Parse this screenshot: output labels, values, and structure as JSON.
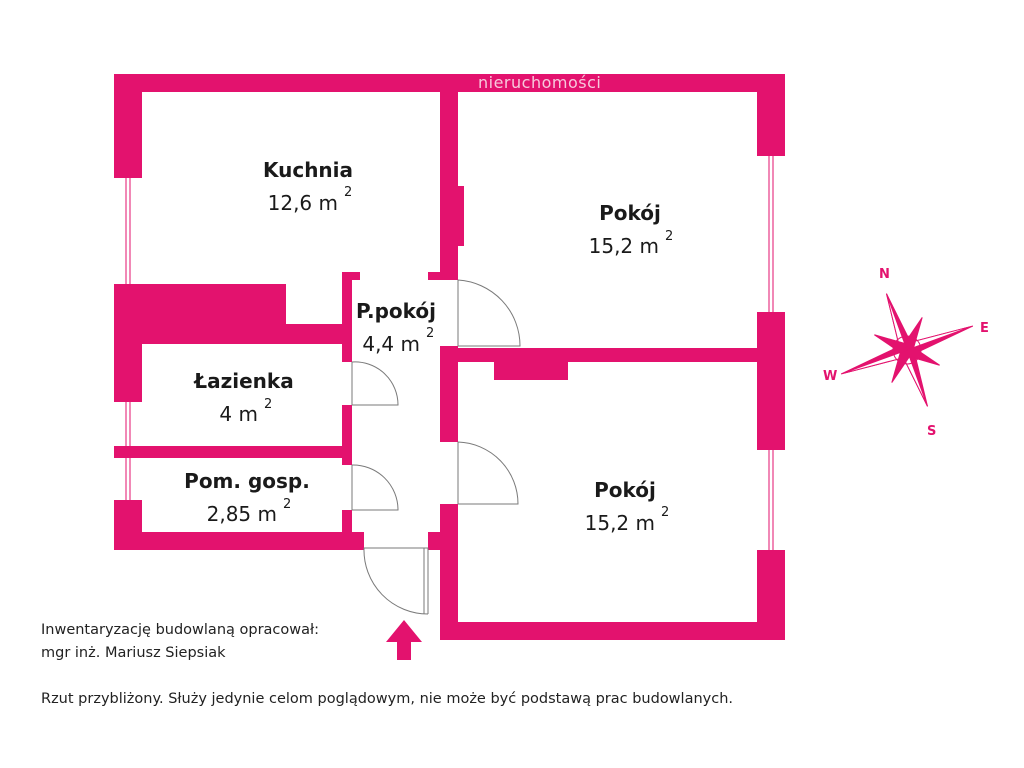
{
  "watermark": "nieruchomości",
  "colors": {
    "wall": "#e3126e",
    "window": "#ffffff",
    "door_line": "#7a7a7a",
    "compass_fill": "#e3126e",
    "compass_letters": "#e3126e"
  },
  "rooms": [
    {
      "id": "kitchen",
      "name": "Kuchnia",
      "area": "12,6 m",
      "unit_sup": "2"
    },
    {
      "id": "room-upper",
      "name": "Pokój",
      "area": "15,2 m",
      "unit_sup": "2"
    },
    {
      "id": "hall",
      "name": "P.pokój",
      "area": "4,4 m",
      "unit_sup": "2"
    },
    {
      "id": "bathroom",
      "name": "Łazienka",
      "area": "4 m",
      "unit_sup": "2"
    },
    {
      "id": "utility",
      "name": "Pom. gosp.",
      "area": "2,85 m",
      "unit_sup": "2"
    },
    {
      "id": "room-lower",
      "name": "Pokój",
      "area": "15,2 m",
      "unit_sup": "2"
    }
  ],
  "compass": {
    "n": "N",
    "e": "E",
    "s": "S",
    "w": "W"
  },
  "entrance_icon": "up-arrow-icon",
  "notes": {
    "author_line1": "Inwentaryzację budowlaną opracował:",
    "author_line2": "mgr inż. Mariusz Siepsiak",
    "disclaimer": "Rzut przybliżony. Służy jedynie celom poglądowym, nie może być podstawą prac budowlanych."
  }
}
